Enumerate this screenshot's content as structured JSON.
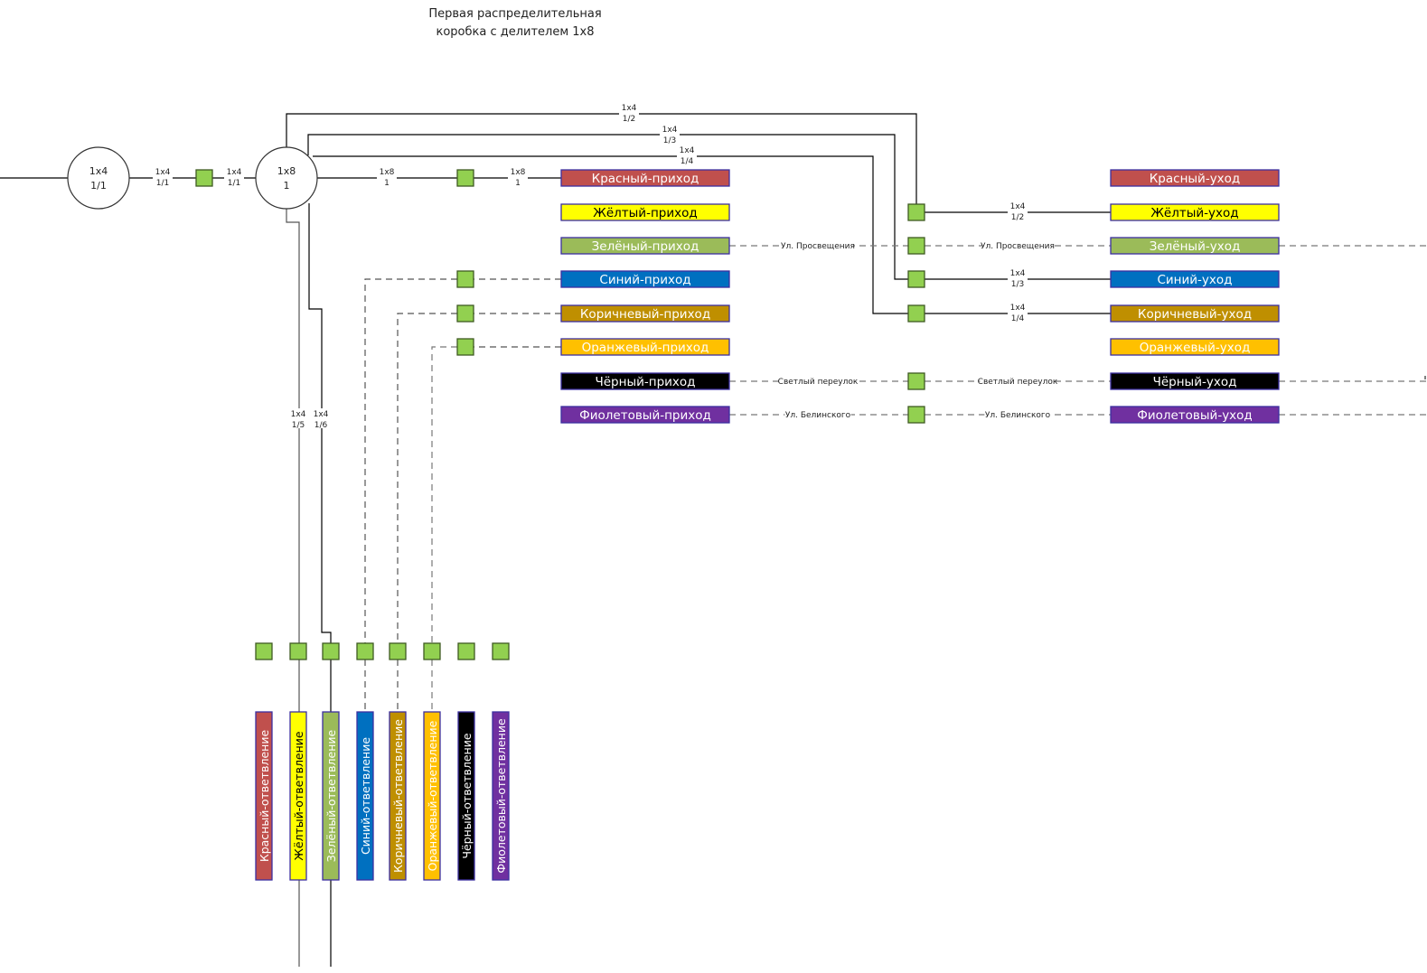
{
  "title": {
    "line1": "Первая распределительная",
    "line2": "коробка с делителем 1х8"
  },
  "colors": {
    "connector_fill": "#92d050",
    "connector_stroke": "#3f5a22",
    "box_border": "#3c2fa0",
    "line": "#000000",
    "dashed_line": "#777777"
  },
  "splitters": [
    {
      "id": "splitter-1x4",
      "type": "1x4",
      "port": "1/1"
    },
    {
      "id": "splitter-1x8",
      "type": "1x8",
      "port": "1"
    }
  ],
  "link_labels": {
    "in_a": {
      "type": "1x4",
      "port": "1/1"
    },
    "in_b": {
      "type": "1x4",
      "port": "1/1"
    },
    "out_a": {
      "type": "1x8",
      "port": "1"
    },
    "out_b": {
      "type": "1x8",
      "port": "1"
    },
    "top_2": {
      "type": "1x4",
      "port": "1/2"
    },
    "top_3": {
      "type": "1x4",
      "port": "1/3"
    },
    "top_4": {
      "type": "1x4",
      "port": "1/4"
    },
    "right_2": {
      "type": "1x4",
      "port": "1/2"
    },
    "right_3": {
      "type": "1x4",
      "port": "1/3"
    },
    "right_4": {
      "type": "1x4",
      "port": "1/4"
    },
    "down_5": {
      "type": "1x4",
      "port": "1/5"
    },
    "down_6": {
      "type": "1x4",
      "port": "1/6"
    }
  },
  "street_labels": {
    "green_left": "Ул. Просвещения",
    "green_right": "Ул. Просвещения",
    "black_left": "Светлый переулок",
    "black_right": "Светлый переулок",
    "violet_left": "Ул. Белинского",
    "violet_right": "Ул. Белинского"
  },
  "incoming": [
    {
      "label": "Красный-приход",
      "color": "#c0504d",
      "text_color": "#ffffff"
    },
    {
      "label": "Жёлтый-приход",
      "color": "#ffff00",
      "text_color": "#000000"
    },
    {
      "label": "Зелёный-приход",
      "color": "#9bbb59",
      "text_color": "#ffffff"
    },
    {
      "label": "Синий-приход",
      "color": "#0070c0",
      "text_color": "#ffffff"
    },
    {
      "label": "Коричневый-приход",
      "color": "#bf8f00",
      "text_color": "#ffffff"
    },
    {
      "label": "Оранжевый-приход",
      "color": "#ffc000",
      "text_color": "#ffffff"
    },
    {
      "label": "Чёрный-приход",
      "color": "#000000",
      "text_color": "#ffffff"
    },
    {
      "label": "Фиолетовый-приход",
      "color": "#7030a0",
      "text_color": "#ffffff"
    }
  ],
  "outgoing": [
    {
      "label": "Красный-уход",
      "color": "#c0504d",
      "text_color": "#ffffff"
    },
    {
      "label": "Жёлтый-уход",
      "color": "#ffff00",
      "text_color": "#000000"
    },
    {
      "label": "Зелёный-уход",
      "color": "#9bbb59",
      "text_color": "#ffffff"
    },
    {
      "label": "Синий-уход",
      "color": "#0070c0",
      "text_color": "#ffffff"
    },
    {
      "label": "Коричневый-уход",
      "color": "#bf8f00",
      "text_color": "#ffffff"
    },
    {
      "label": "Оранжевый-уход",
      "color": "#ffc000",
      "text_color": "#ffffff"
    },
    {
      "label": "Чёрный-уход",
      "color": "#000000",
      "text_color": "#ffffff"
    },
    {
      "label": "Фиолетовый-уход",
      "color": "#7030a0",
      "text_color": "#ffffff"
    }
  ],
  "branches": [
    {
      "label": "Красный-ответвление",
      "color": "#c0504d",
      "text_color": "#ffffff"
    },
    {
      "label": "Жёлтый-ответвление",
      "color": "#ffff00",
      "text_color": "#000000"
    },
    {
      "label": "Зелёный-ответвление",
      "color": "#9bbb59",
      "text_color": "#ffffff"
    },
    {
      "label": "Синий-ответвление",
      "color": "#0070c0",
      "text_color": "#ffffff"
    },
    {
      "label": "Коричневый-ответвление",
      "color": "#bf8f00",
      "text_color": "#ffffff"
    },
    {
      "label": "Оранжевый-ответвление",
      "color": "#ffc000",
      "text_color": "#ffffff"
    },
    {
      "label": "Чёрный-ответвление",
      "color": "#000000",
      "text_color": "#ffffff"
    },
    {
      "label": "Фиолетовый-ответвление",
      "color": "#7030a0",
      "text_color": "#ffffff"
    }
  ]
}
